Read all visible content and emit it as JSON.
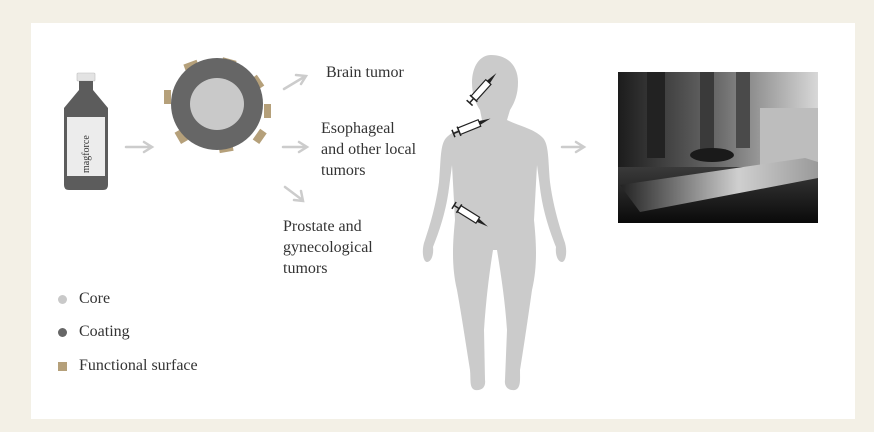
{
  "bottle": {
    "label": "magforce"
  },
  "targets": {
    "brain": "Brain tumor",
    "esophageal": "Esophageal\nand other local\ntumors",
    "prostate": "Prostate and\ngynecological\ntumors"
  },
  "legend": {
    "core": "Core",
    "coating": "Coating",
    "functional_surface": "Functional surface"
  },
  "colors": {
    "background": "#f3f0e6",
    "panel": "#ffffff",
    "core": "#c9c9c9",
    "coating": "#666666",
    "functional_surface": "#b5a07a",
    "arrow": "#cccccc",
    "body": "#cbcbcb",
    "text": "#333333"
  }
}
